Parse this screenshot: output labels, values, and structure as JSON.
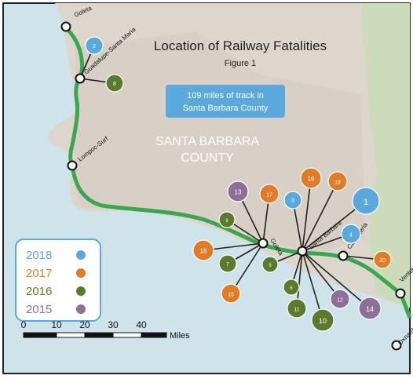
{
  "title": "Location of Railway Fatalities",
  "subtitle": "Figure 1",
  "info_box": {
    "line1": "109 miles of track in",
    "line2": "Santa Barbara County"
  },
  "county_label": {
    "line1": "SANTA BARBARA",
    "line2": "COUNTY"
  },
  "stations": [
    {
      "label": "Goleta"
    },
    {
      "label": "Guadalupe-Santa Maria"
    },
    {
      "label": "Lompoc-Surf"
    },
    {
      "label": "Goleta"
    },
    {
      "label": "Santa Barbara"
    },
    {
      "label": "Carpinteria"
    },
    {
      "label": "Ventura"
    },
    {
      "label": "Oxnard"
    }
  ],
  "legend": {
    "items": [
      {
        "year": "2018",
        "color": "#5aa8dc"
      },
      {
        "year": "2017",
        "color": "#e07b27"
      },
      {
        "year": "2016",
        "color": "#5c7a2e"
      },
      {
        "year": "2015",
        "color": "#8e6f98"
      }
    ]
  },
  "scale": {
    "ticks": [
      "0",
      "10",
      "20",
      "30",
      "40"
    ],
    "unit": "Miles"
  },
  "markers": [
    {
      "n": "1",
      "year": "2018"
    },
    {
      "n": "2",
      "year": "2018"
    },
    {
      "n": "3",
      "year": "2018"
    },
    {
      "n": "4",
      "year": "2018"
    },
    {
      "n": "5",
      "year": "2016"
    },
    {
      "n": "6",
      "year": "2016"
    },
    {
      "n": "7",
      "year": "2016"
    },
    {
      "n": "8",
      "year": "2016"
    },
    {
      "n": "9",
      "year": "2016"
    },
    {
      "n": "10",
      "year": "2016"
    },
    {
      "n": "11",
      "year": "2016"
    },
    {
      "n": "12",
      "year": "2015"
    },
    {
      "n": "13",
      "year": "2015"
    },
    {
      "n": "14",
      "year": "2015"
    },
    {
      "n": "15",
      "year": "2017"
    },
    {
      "n": "16",
      "year": "2017"
    },
    {
      "n": "17",
      "year": "2017"
    },
    {
      "n": "18",
      "year": "2017"
    },
    {
      "n": "19",
      "year": "2017"
    },
    {
      "n": "20",
      "year": "2017"
    }
  ],
  "colors": {
    "ocean": "#cfe3ea",
    "land": "#ddd6cc",
    "county": "#d5c9c2",
    "green_land": "#c8dcb4",
    "rail": "#3aa650",
    "info_box": "#5aa8dc"
  }
}
